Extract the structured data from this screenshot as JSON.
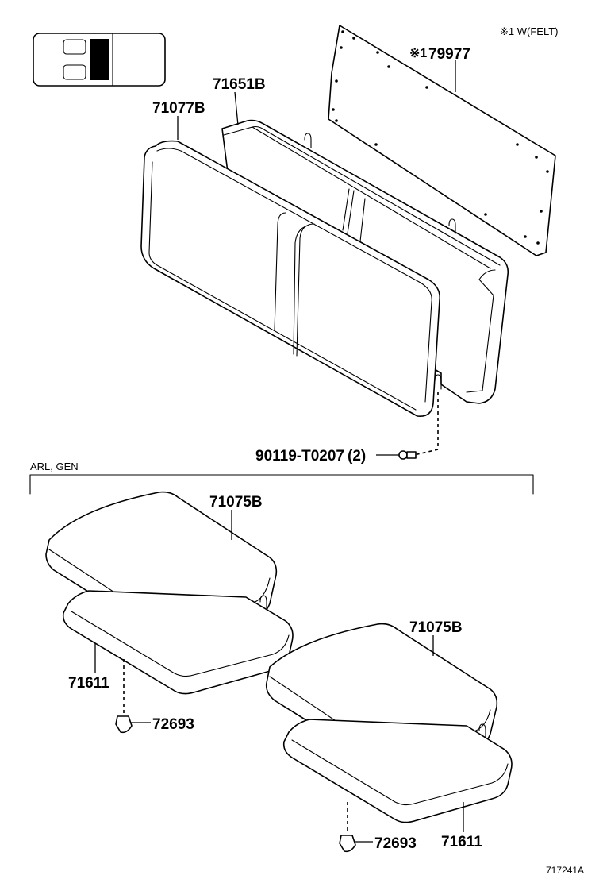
{
  "felt_note": "※1 W(FELT)",
  "section_label": "ARL, GEN",
  "figure_ref": "717241A",
  "parts": {
    "panel": {
      "number": "79977",
      "prefix": "※1"
    },
    "seatback_frame": {
      "number": "71651B"
    },
    "seatback_cover": {
      "number": "71077B"
    },
    "bolt": {
      "number": "90119-T0207",
      "qty": "(2)"
    },
    "cushion_cover_left": {
      "number": "71075B"
    },
    "cushion_pad_left": {
      "number": "71611"
    },
    "clip_left": {
      "number": "72693"
    },
    "cushion_cover_right": {
      "number": "71075B"
    },
    "cushion_pad_right": {
      "number": "71611"
    },
    "clip_right": {
      "number": "72693"
    }
  }
}
